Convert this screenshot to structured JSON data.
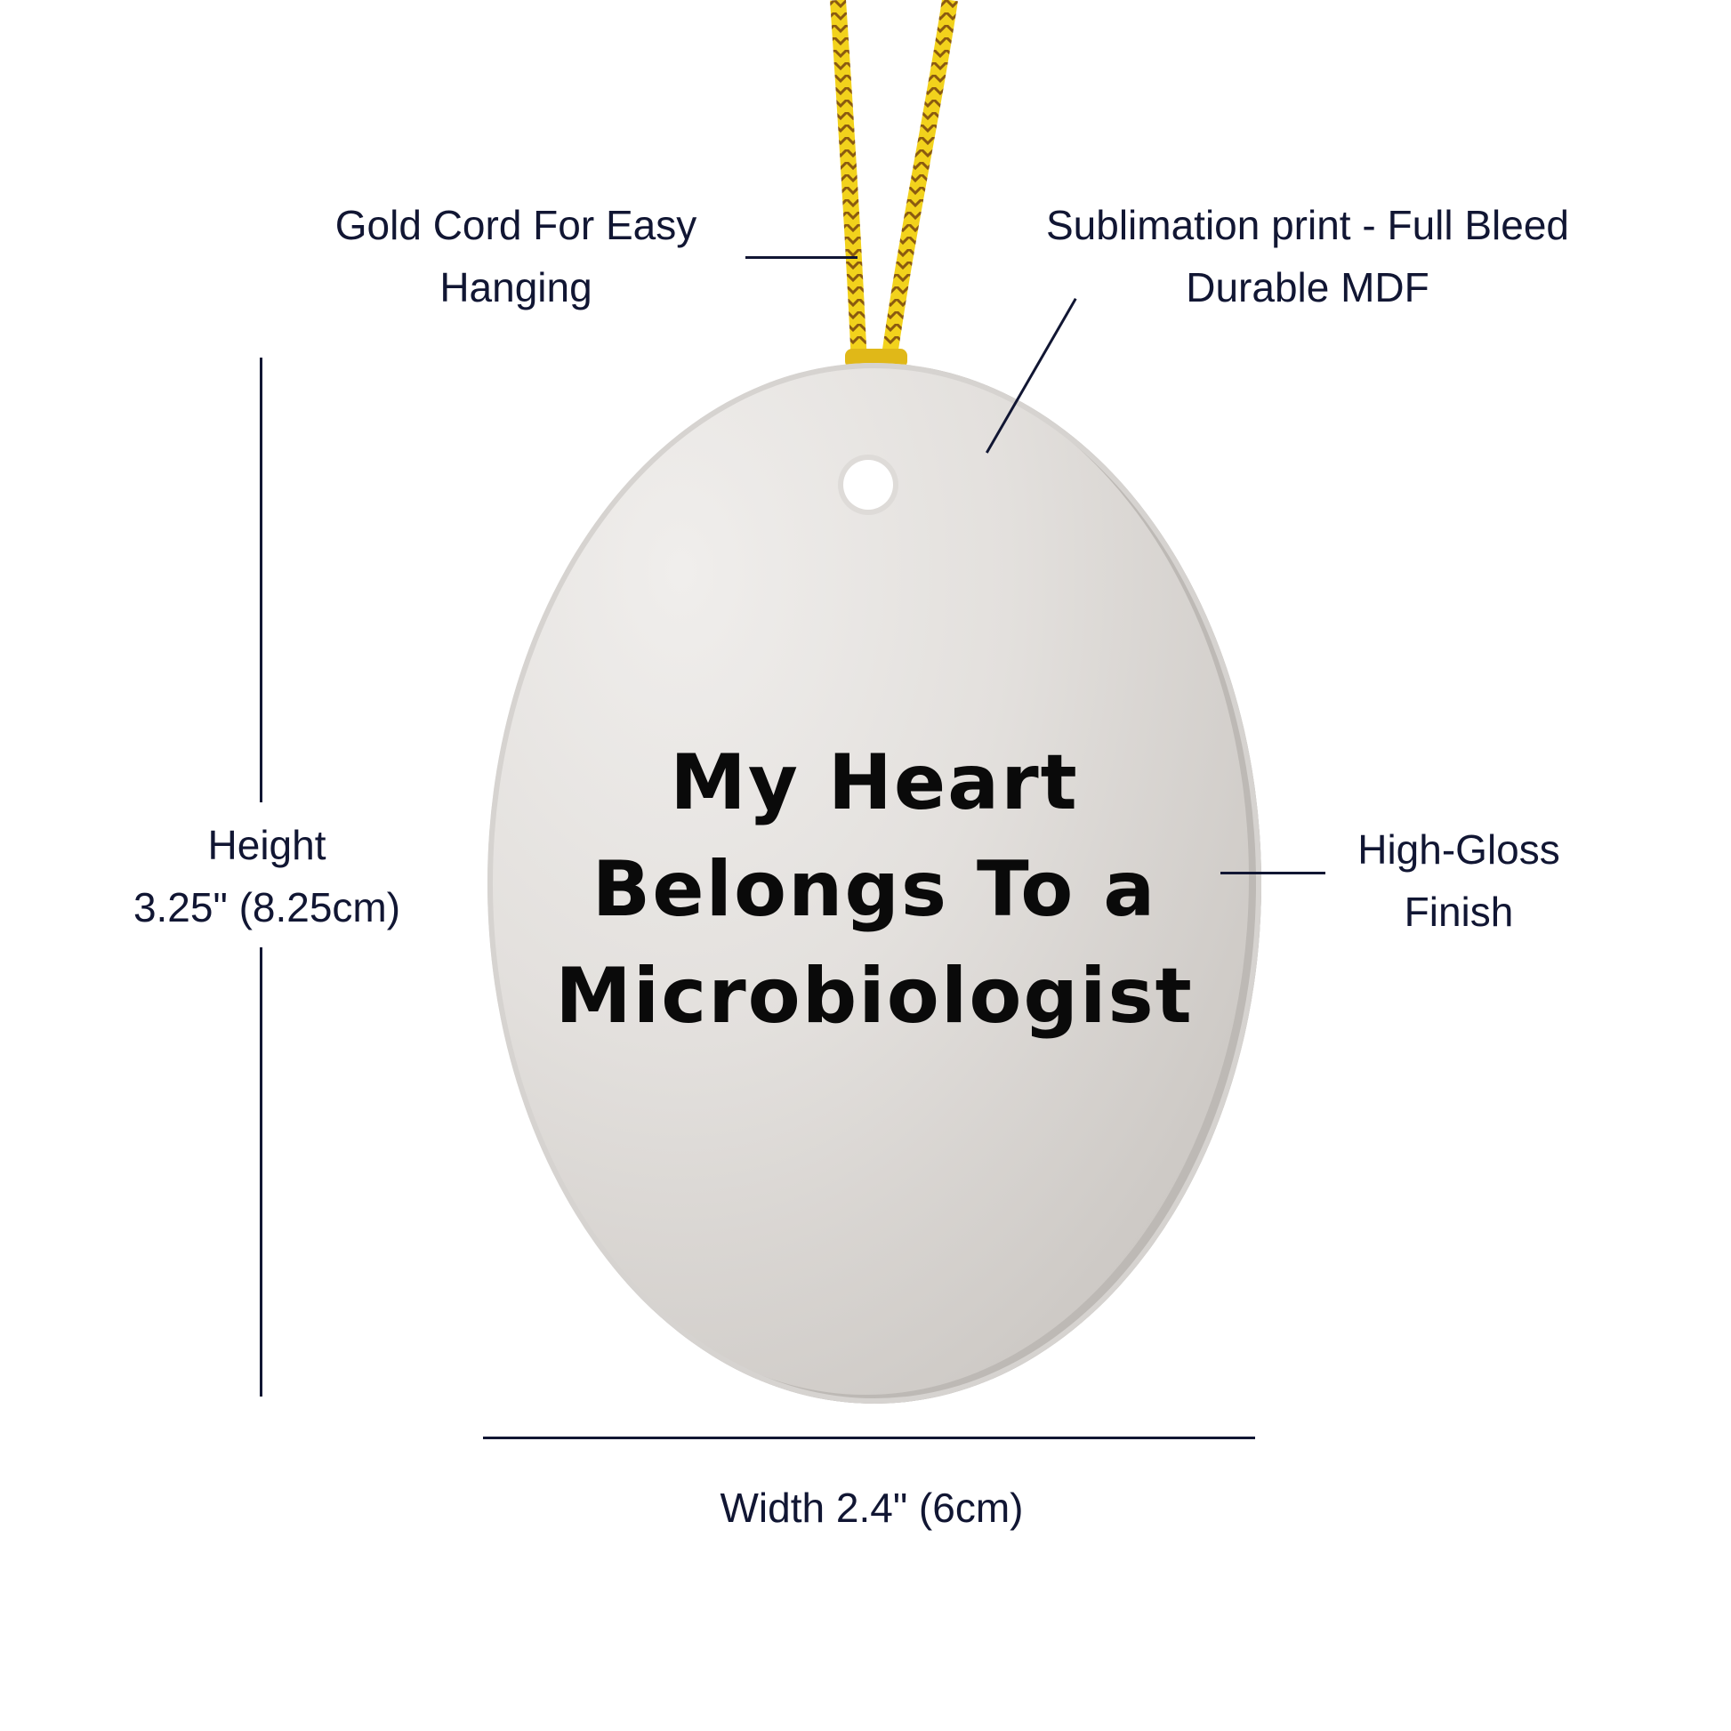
{
  "product": {
    "type": "Oval ornament",
    "print_text_lines": [
      "My Heart",
      "Belongs To a",
      "Microbiologist"
    ]
  },
  "callouts": {
    "cord": {
      "line1": "Gold Cord For Easy",
      "line2": "Hanging"
    },
    "print": {
      "line1": "Sublimation print - Full Bleed",
      "line2": "Durable MDF"
    },
    "finish": {
      "line1": "High-Gloss",
      "line2": "Finish"
    },
    "height": {
      "line1": "Height",
      "line2": "3.25\" (8.25cm)"
    },
    "width": {
      "line1": "Width 2.4\" (6cm)"
    }
  },
  "colors": {
    "text": "#111633",
    "cord_gold": "#e8c21a",
    "ornament": "#e3e0dd",
    "background": "#ffffff"
  }
}
